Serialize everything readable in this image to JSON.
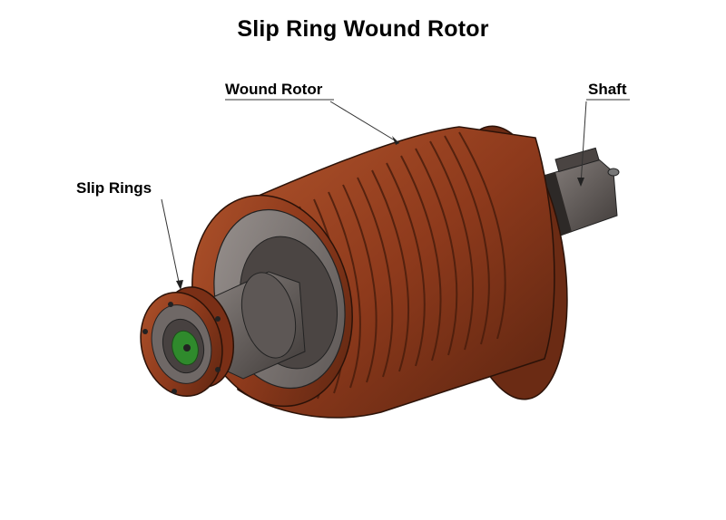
{
  "title": "Slip Ring Wound Rotor",
  "labels": {
    "wound_rotor": "Wound Rotor",
    "shaft": "Shaft",
    "slip_rings": "Slip Rings"
  },
  "colors": {
    "copper": "#8e3a1c",
    "copper_light": "#b55a32",
    "copper_dark": "#5a2410",
    "steel": "#6d6663",
    "steel_dark": "#3f3a38",
    "insulator_green": "#2f8a2c"
  }
}
